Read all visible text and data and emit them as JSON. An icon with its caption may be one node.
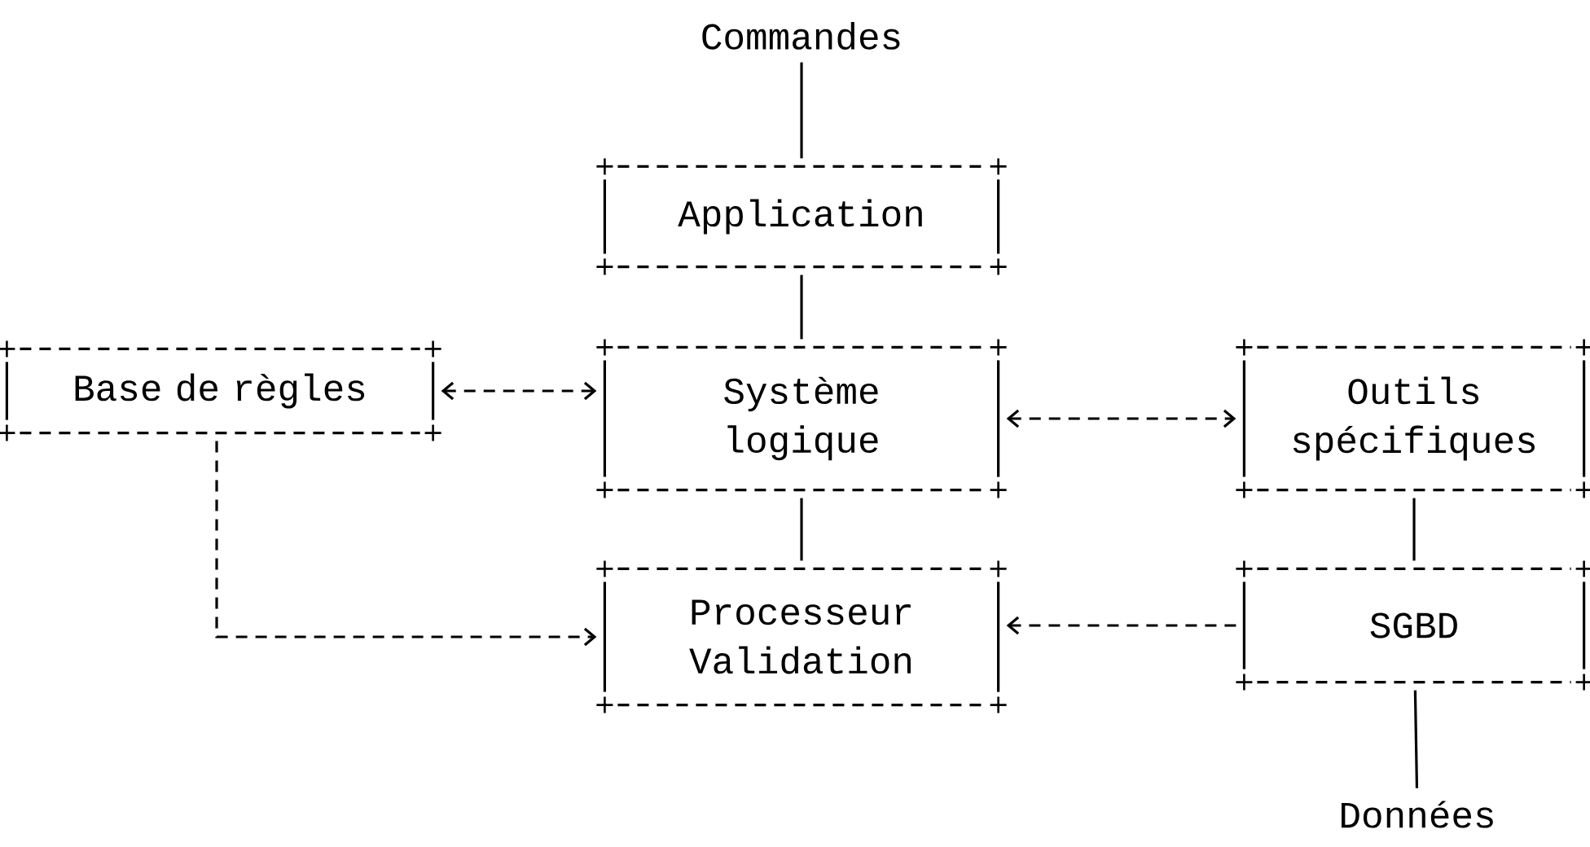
{
  "diagram": {
    "nodes": [
      {
        "text": [
          "Commandes"
        ]
      },
      {
        "text": [
          "Application"
        ]
      },
      {
        "text": [
          "Système logique"
        ]
      },
      {
        "text": [
          "Base de règles"
        ]
      },
      {
        "text": [
          "Outils spécifiques"
        ]
      },
      {
        "text": [
          "Processeur Validation"
        ]
      },
      {
        "text": [
          "SGBD"
        ]
      },
      {
        "text": [
          "Données"
        ]
      }
    ],
    "edges": [
      {
        "from": 0,
        "to": 1,
        "arrow": "none"
      },
      {
        "from": 1,
        "to": 2,
        "arrow": "none"
      },
      {
        "from": 3,
        "to": 2,
        "arrow": "both",
        "style": "dashed"
      },
      {
        "from": 2,
        "to": 4,
        "arrow": "both",
        "style": "dashed"
      },
      {
        "from": 2,
        "to": 5,
        "arrow": "none"
      },
      {
        "from": 3,
        "to": 5,
        "arrow": "to",
        "style": "dashed"
      },
      {
        "from": 6,
        "to": 5,
        "arrow": "to",
        "style": "dashed"
      },
      {
        "from": 4,
        "to": 6,
        "arrow": "none"
      },
      {
        "from": 6,
        "to": 7,
        "arrow": "none"
      }
    ]
  }
}
